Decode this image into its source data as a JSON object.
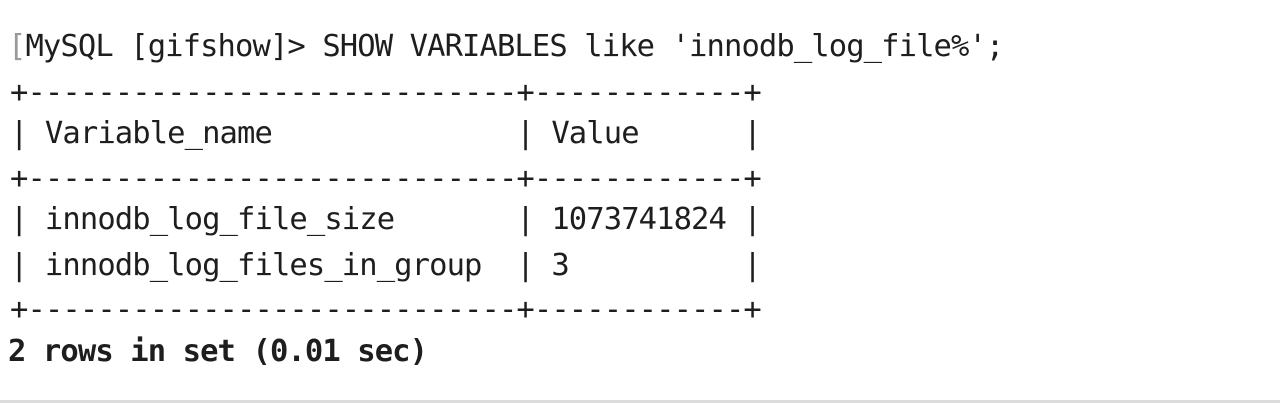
{
  "prompt": {
    "bracket": "[",
    "label": "MySQL [gifshow]> ",
    "command": "SHOW VARIABLES like 'innodb_log_file%';"
  },
  "table": {
    "border_line": "+----------------------------+------------+",
    "header_line": "| Variable_name              | Value      |",
    "columns": [
      "Variable_name",
      "Value"
    ],
    "rows": [
      {
        "variable_name": "innodb_log_file_size",
        "value": "1073741824",
        "line": "| innodb_log_file_size       | 1073741824 |"
      },
      {
        "variable_name": "innodb_log_files_in_group",
        "value": "3",
        "line": "| innodb_log_files_in_group  | 3          |"
      }
    ]
  },
  "result_summary": "2 rows in set (0.01 sec)"
}
